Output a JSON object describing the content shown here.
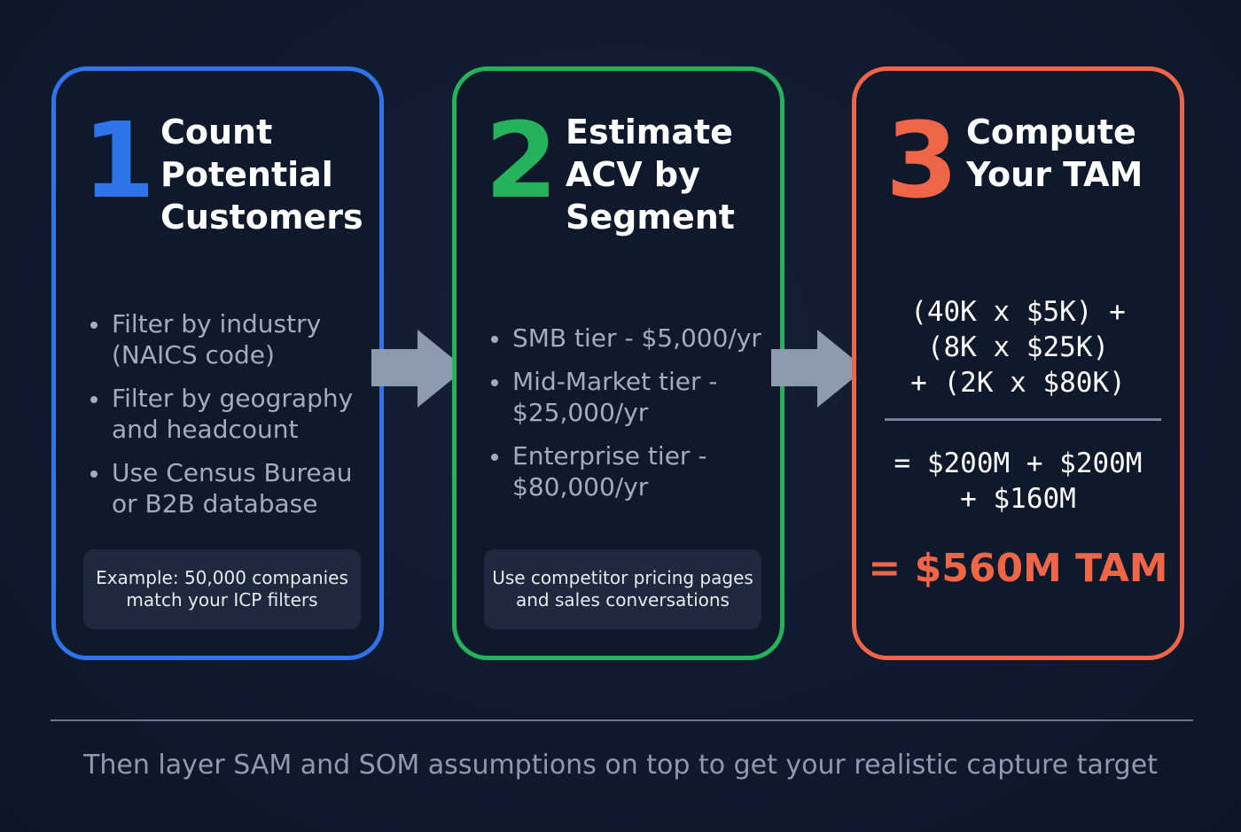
{
  "steps": [
    {
      "number": "1",
      "title": "Count\nPotential\nCustomers",
      "color": "#2f74ea",
      "bullets": [
        "Filter by industry (NAICS code)",
        "Filter by geography and headcount",
        "Use Census Bureau or B2B database"
      ],
      "note": "Example: 50,000 companies\nmatch your ICP filters"
    },
    {
      "number": "2",
      "title": "Estimate\nACV by\nSegment",
      "color": "#24b35b",
      "bullets": [
        "SMB tier - $5,000/yr",
        "Mid-Market tier - $25,000/yr",
        "Enterprise tier - $80,000/yr"
      ],
      "note": "Use competitor pricing pages\nand sales conversations"
    },
    {
      "number": "3",
      "title": "Compute\nYour TAM",
      "color": "#ef6547",
      "formula_terms": "(40K x $5K) +\n(8K x $25K)\n+ (2K x $80K)",
      "formula_sums": "= $200M + $200M\n+ $160M",
      "total": "= $560M TAM"
    }
  ],
  "caption": "Then layer SAM and SOM assumptions on top to get your realistic capture target",
  "colors": {
    "background": "#101a2e",
    "arrow": "#8d9ab0",
    "bullet_text": "#a3acbe"
  }
}
